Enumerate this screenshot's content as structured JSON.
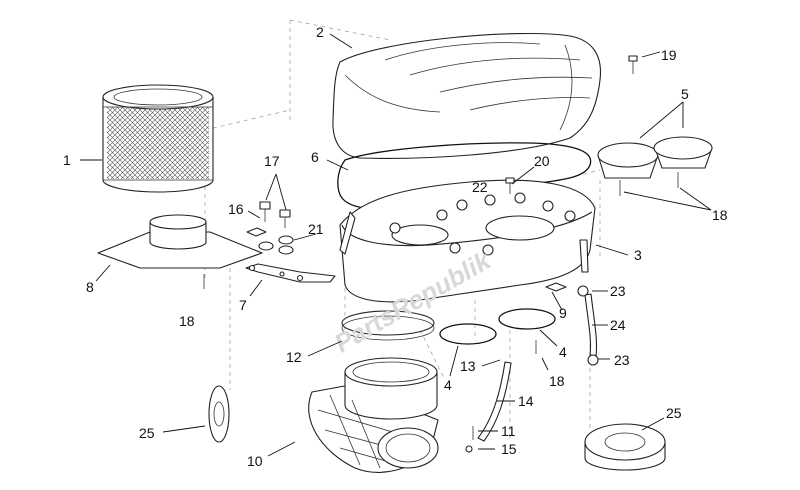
{
  "watermark": "PartsRepublik",
  "callouts": [
    {
      "id": "c1",
      "label": "1"
    },
    {
      "id": "c2",
      "label": "2"
    },
    {
      "id": "c3",
      "label": "3"
    },
    {
      "id": "c4a",
      "label": "4"
    },
    {
      "id": "c4b",
      "label": "4"
    },
    {
      "id": "c5",
      "label": "5"
    },
    {
      "id": "c6",
      "label": "6"
    },
    {
      "id": "c7",
      "label": "7"
    },
    {
      "id": "c8",
      "label": "8"
    },
    {
      "id": "c9",
      "label": "9"
    },
    {
      "id": "c10",
      "label": "10"
    },
    {
      "id": "c11",
      "label": "11"
    },
    {
      "id": "c12",
      "label": "12"
    },
    {
      "id": "c13",
      "label": "13"
    },
    {
      "id": "c14",
      "label": "14"
    },
    {
      "id": "c15",
      "label": "15"
    },
    {
      "id": "c16",
      "label": "16"
    },
    {
      "id": "c17",
      "label": "17"
    },
    {
      "id": "c18a",
      "label": "18"
    },
    {
      "id": "c18b",
      "label": "18"
    },
    {
      "id": "c18c",
      "label": "18"
    },
    {
      "id": "c19",
      "label": "19"
    },
    {
      "id": "c20",
      "label": "20"
    },
    {
      "id": "c21",
      "label": "21"
    },
    {
      "id": "c22",
      "label": "22"
    },
    {
      "id": "c23a",
      "label": "23"
    },
    {
      "id": "c23b",
      "label": "23"
    },
    {
      "id": "c24",
      "label": "24"
    },
    {
      "id": "c25a",
      "label": "25"
    },
    {
      "id": "c25b",
      "label": "25"
    }
  ]
}
